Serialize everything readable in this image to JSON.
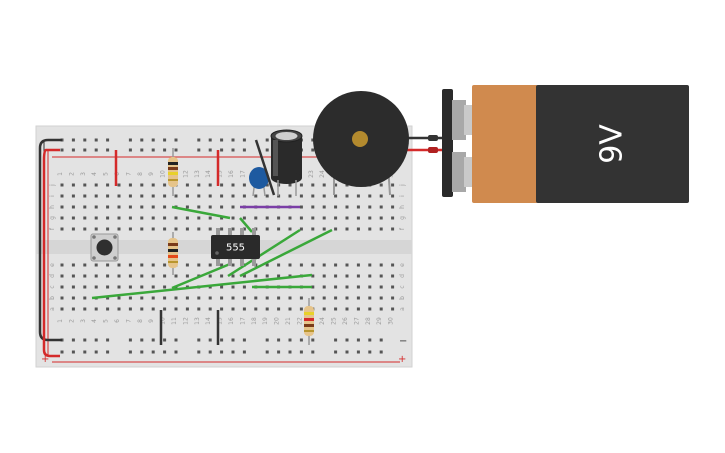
{
  "ic": {
    "label": "555"
  },
  "battery": {
    "label": "9V"
  },
  "rails": {
    "top_minus": "−",
    "top_plus": "+",
    "bottom_minus": "−",
    "bottom_plus": "+"
  },
  "breadboard": {
    "columns": [
      "1",
      "2",
      "3",
      "4",
      "5",
      "6",
      "7",
      "8",
      "9",
      "10",
      "11",
      "12",
      "13",
      "14",
      "15",
      "16",
      "17",
      "18",
      "19",
      "20",
      "21",
      "22",
      "23",
      "24",
      "25",
      "26",
      "27",
      "28",
      "29",
      "30"
    ],
    "rows_top": [
      "f",
      "g",
      "h",
      "i",
      "j"
    ],
    "rows_bottom": [
      "a",
      "b",
      "c",
      "d",
      "e"
    ]
  },
  "colors": {
    "board": "#e2e2e2",
    "rail_red": "#d42a2a",
    "wire_green": "#3aa83a",
    "wire_purple": "#7b3ea6",
    "wire_black": "#333333",
    "battery_body": "#333333",
    "battery_cap": "#d08a4e",
    "buzzer": "#2c2c2c",
    "capacitor_blue": "#1e5aa0"
  }
}
